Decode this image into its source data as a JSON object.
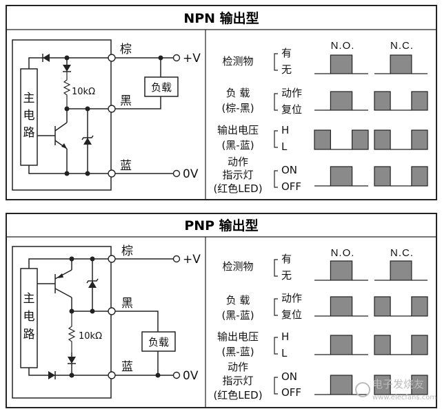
{
  "npn": {
    "title": "NPN 输出型",
    "main_circuit": [
      "主",
      "电",
      "路"
    ],
    "resistor": "10kΩ",
    "wire_brown": "棕",
    "wire_black": "黑",
    "wire_blue": "蓝",
    "load": "负载",
    "vplus": "+V",
    "zerov": "0V",
    "col_no": "N.O.",
    "col_nc": "N.C.",
    "rows": [
      {
        "label1": "检测物",
        "label2": "",
        "state1": "有",
        "state2": "无"
      },
      {
        "label1": "负 载",
        "label2": "(棕-黑)",
        "state1": "动作",
        "state2": "复位"
      },
      {
        "label1": "输出电压",
        "label2": "(黑-蓝)",
        "state1": "H",
        "state2": "L"
      },
      {
        "label1": "动作",
        "label2": "指示灯",
        "label3": "(红色LED)",
        "state1": "ON",
        "state2": "OFF"
      }
    ],
    "waves": [
      {
        "no": "pulse",
        "nc": "pulse"
      },
      {
        "no": "pulse",
        "nc": "inverted"
      },
      {
        "no": "inverted",
        "nc": "inverted"
      },
      {
        "no": "pulse",
        "nc": "inverted"
      }
    ]
  },
  "pnp": {
    "title": "PNP 输出型",
    "main_circuit": [
      "主",
      "电",
      "路"
    ],
    "resistor": "10kΩ",
    "wire_brown": "棕",
    "wire_black": "黑",
    "wire_blue": "蓝",
    "load": "负载",
    "vplus": "+V",
    "zerov": "0V",
    "col_no": "N.O.",
    "col_nc": "N.C.",
    "rows": [
      {
        "label1": "检测物",
        "label2": "",
        "state1": "有",
        "state2": "无"
      },
      {
        "label1": "负 载",
        "label2": "(黑-蓝)",
        "state1": "动作",
        "state2": "复位"
      },
      {
        "label1": "输出电压",
        "label2": "(黑-蓝)",
        "state1": "H",
        "state2": "L"
      },
      {
        "label1": "动作",
        "label2": "指示灯",
        "label3": "(红色LED)",
        "state1": "ON",
        "state2": "OFF"
      }
    ],
    "waves": [
      {
        "no": "pulse",
        "nc": "pulse"
      },
      {
        "no": "pulse",
        "nc": "inverted"
      },
      {
        "no": "pulse",
        "nc": "inverted"
      },
      {
        "no": "pulse",
        "nc": "inverted"
      }
    ]
  },
  "watermark": {
    "text1": "电子发烧友",
    "text2": "www.elecfans.com"
  }
}
